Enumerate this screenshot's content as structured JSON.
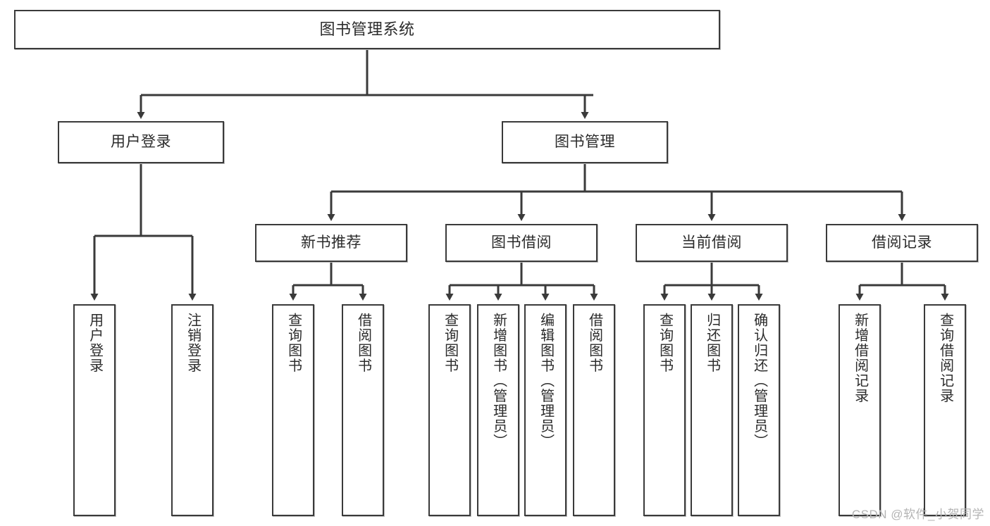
{
  "diagram": {
    "title": "图书管理系统",
    "watermark": "CSDN @软件_小贺同学",
    "colors": {
      "box_border": "#3a3a3a",
      "box_fill": "#ffffff",
      "connector": "#3a3a3a",
      "text": "#2b2b2b",
      "watermark": "#b4b4b4"
    },
    "nodes": {
      "root": "图书管理系统",
      "level1": [
        "用户登录",
        "图书管理"
      ],
      "level2": [
        "新书推荐",
        "图书借阅",
        "当前借阅",
        "借阅记录"
      ],
      "leaves": {
        "user_login": [
          "用户登录",
          "注销登录"
        ],
        "new_book": [
          "查询图书",
          "借阅图书"
        ],
        "book_borrow": [
          "查询图书",
          "新增图书（管理员）",
          "编辑图书（管理员）",
          "借阅图书"
        ],
        "current_borrow": [
          "查询图书",
          "归还图书",
          "确认归还（管理员）"
        ],
        "borrow_record": [
          "新增借阅记录",
          "查询借阅记录"
        ]
      }
    }
  }
}
